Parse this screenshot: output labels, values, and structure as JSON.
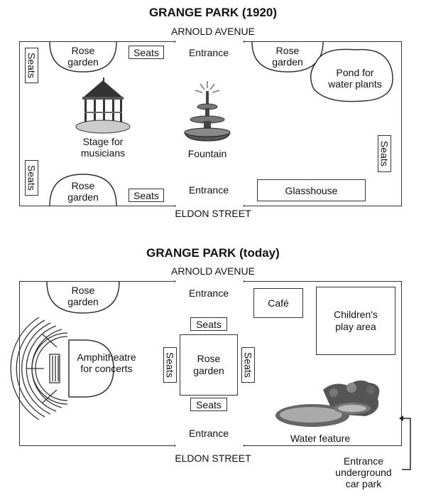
{
  "park1920": {
    "title": "GRANGE PARK (1920)",
    "top_street": "ARNOLD AVENUE",
    "bottom_street": "ELDON STREET",
    "rose_garden": "Rose\ngarden",
    "seats": "Seats",
    "entrance": "Entrance",
    "pond": "Pond for\nwater plants",
    "stage": "Stage for\nmusicians",
    "fountain": "Fountain",
    "glasshouse": "Glasshouse"
  },
  "parkToday": {
    "title": "GRANGE PARK (today)",
    "top_street": "ARNOLD AVENUE",
    "bottom_street": "ELDON STREET",
    "rose_garden": "Rose\ngarden",
    "entrance": "Entrance",
    "cafe": "Café",
    "play_area": "Children's\nplay area",
    "seats": "Seats",
    "amphitheatre": "Amphitheatre\nfor concerts",
    "water_feature": "Water feature",
    "car_park": "Entrance\nunderground\ncar park"
  }
}
